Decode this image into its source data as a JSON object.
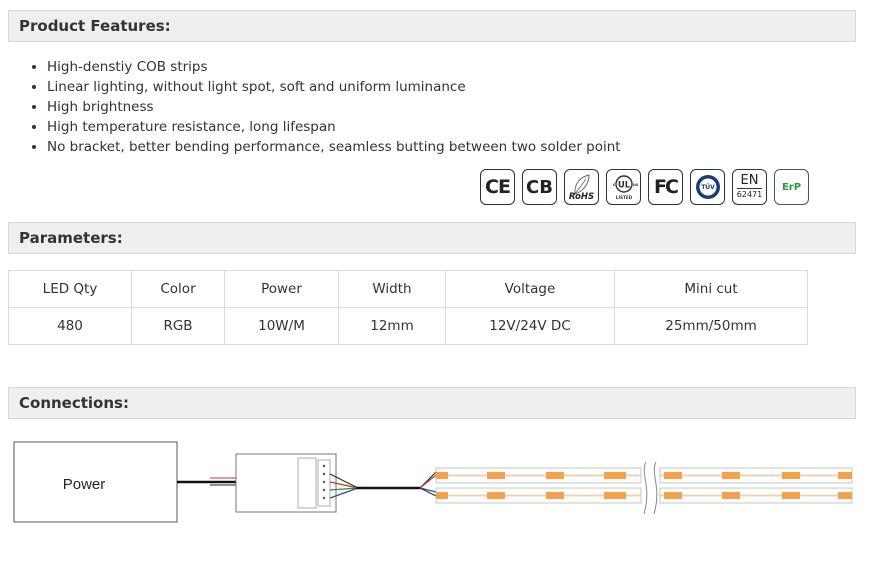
{
  "sections": {
    "features_title": "Product Features:",
    "parameters_title": "Parameters:",
    "connections_title": "Connections:"
  },
  "features": [
    "High-denstiy COB strips",
    "Linear lighting, without light spot, soft and uniform luminance",
    "High brightness",
    "High temperature resistance, long lifespan",
    "No bracket, better bending performance, seamless butting between two solder point"
  ],
  "certifications": [
    {
      "icon": "ce-mark-icon",
      "text": "CE"
    },
    {
      "icon": "cb-mark-icon",
      "text": "CB"
    },
    {
      "icon": "rohs-mark-icon",
      "text": "RoHS"
    },
    {
      "icon": "ul-listed-mark-icon",
      "text": "UL"
    },
    {
      "icon": "fc-mark-icon",
      "text": "FC"
    },
    {
      "icon": "tuv-mark-icon",
      "text": "TÜV"
    },
    {
      "icon": "en-62471-mark-icon",
      "text": "EN",
      "sub": "62471"
    },
    {
      "icon": "erp-mark-icon",
      "text": "ErP"
    }
  ],
  "parameters": {
    "headers": [
      "LED Qty",
      "Color",
      "Power",
      "Width",
      "Voltage",
      "Mini cut"
    ],
    "values": [
      "480",
      "RGB",
      "10W/M",
      "12mm",
      "12V/24V DC",
      "25mm/50mm"
    ]
  },
  "diagram": {
    "power_label": "Power"
  },
  "colors": {
    "header_bg": "#efefef",
    "header_border": "#d6d6d6",
    "led_orange": "#f5a04a"
  }
}
